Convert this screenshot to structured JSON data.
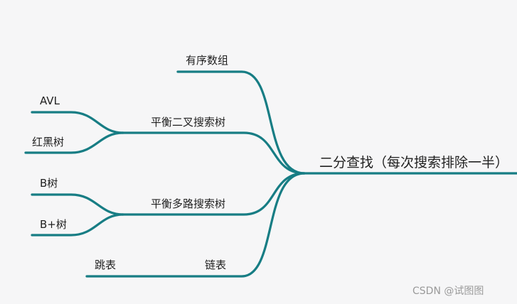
{
  "mindmap": {
    "root": "二分查找（每次搜索排除一半）",
    "branch_sorted_array": "有序数组",
    "branch_bst": "平衡二叉搜索树",
    "leaf_avl": "AVL",
    "leaf_rbtree": "红黑树",
    "branch_multiway": "平衡多路搜索树",
    "leaf_btree": "B树",
    "leaf_bplus": "B+树",
    "branch_linked_list": "链表",
    "leaf_skiplist": "跳表"
  },
  "colors": {
    "edge": "#177d84",
    "background": "#f6f6f7",
    "text": "#1f1f1f",
    "watermark": "#9a9a9a"
  },
  "watermark": "CSDN @试图图"
}
